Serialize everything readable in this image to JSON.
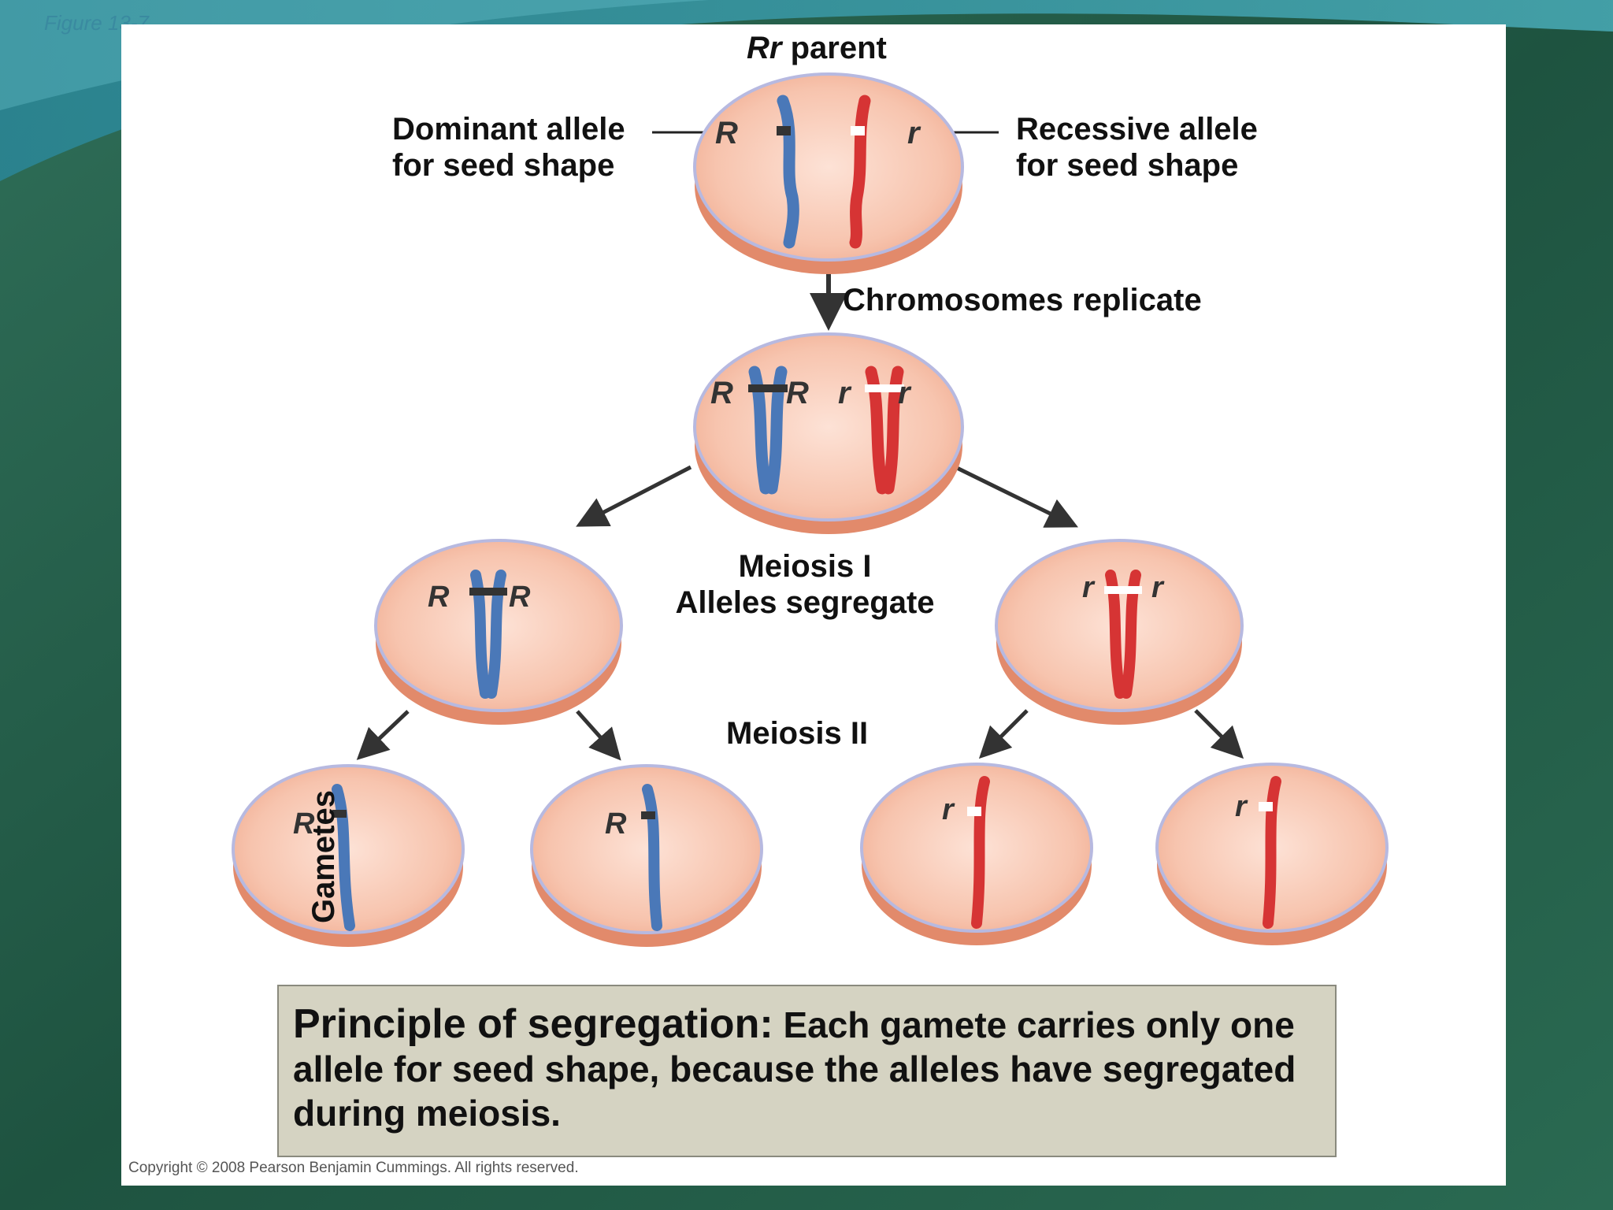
{
  "figure_label": "Figure 13-7",
  "parent_label": {
    "genotype": "Rr",
    "text": "parent"
  },
  "callouts": {
    "dominant_line1": "Dominant allele",
    "dominant_line2": "for seed shape",
    "recessive_line1": "Recessive allele",
    "recessive_line2": "for seed shape"
  },
  "step_labels": {
    "replicate": "Chromosomes replicate",
    "meiosis1_line1": "Meiosis I",
    "meiosis1_line2": "Alleles segregate",
    "meiosis2": "Meiosis II",
    "gametes": "Gametes"
  },
  "alleles": {
    "dominant": "R",
    "recessive": "r"
  },
  "summary": {
    "heading": "Principle of segregation:",
    "body": "Each gamete carries only one allele for seed shape, because the alleles have segregated during meiosis."
  },
  "copyright": "Copyright © 2008 Pearson Benjamin Cummings. All rights reserved.",
  "colors": {
    "dominant_chromosome": "#4a78b8",
    "recessive_chromosome": "#d63434",
    "cell_fill": "#f4b49a",
    "cell_rim": "#e0896b",
    "cell_outline": "#b7b9e0",
    "summary_box": "#d5d3c2"
  }
}
